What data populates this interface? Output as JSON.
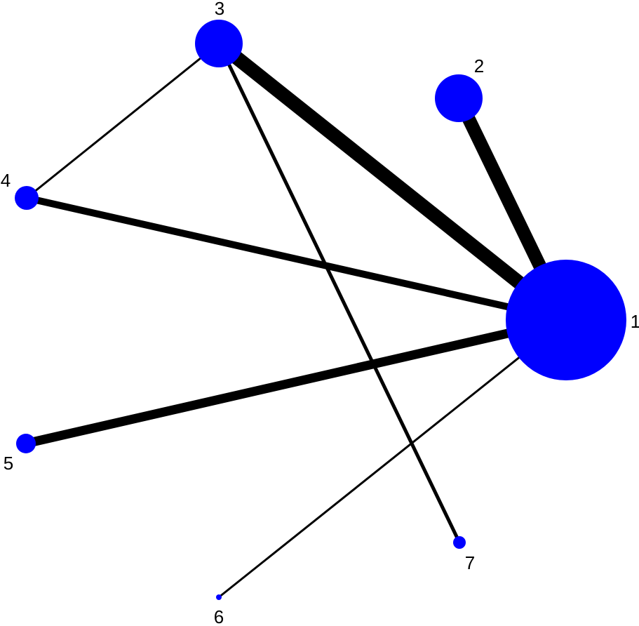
{
  "style": {
    "node_color": "#0000ff",
    "edge_color": "#000000",
    "background": "#ffffff"
  },
  "nodes": [
    {
      "id": "1",
      "label": "1"
    },
    {
      "id": "2",
      "label": "2"
    },
    {
      "id": "3",
      "label": "3"
    },
    {
      "id": "4",
      "label": "4"
    },
    {
      "id": "5",
      "label": "5"
    },
    {
      "id": "6",
      "label": "6"
    },
    {
      "id": "7",
      "label": "7"
    }
  ],
  "edges": [
    {
      "source": "1",
      "target": "2"
    },
    {
      "source": "1",
      "target": "3"
    },
    {
      "source": "1",
      "target": "4"
    },
    {
      "source": "1",
      "target": "5"
    },
    {
      "source": "1",
      "target": "6"
    },
    {
      "source": "3",
      "target": "4"
    },
    {
      "source": "3",
      "target": "7"
    }
  ]
}
